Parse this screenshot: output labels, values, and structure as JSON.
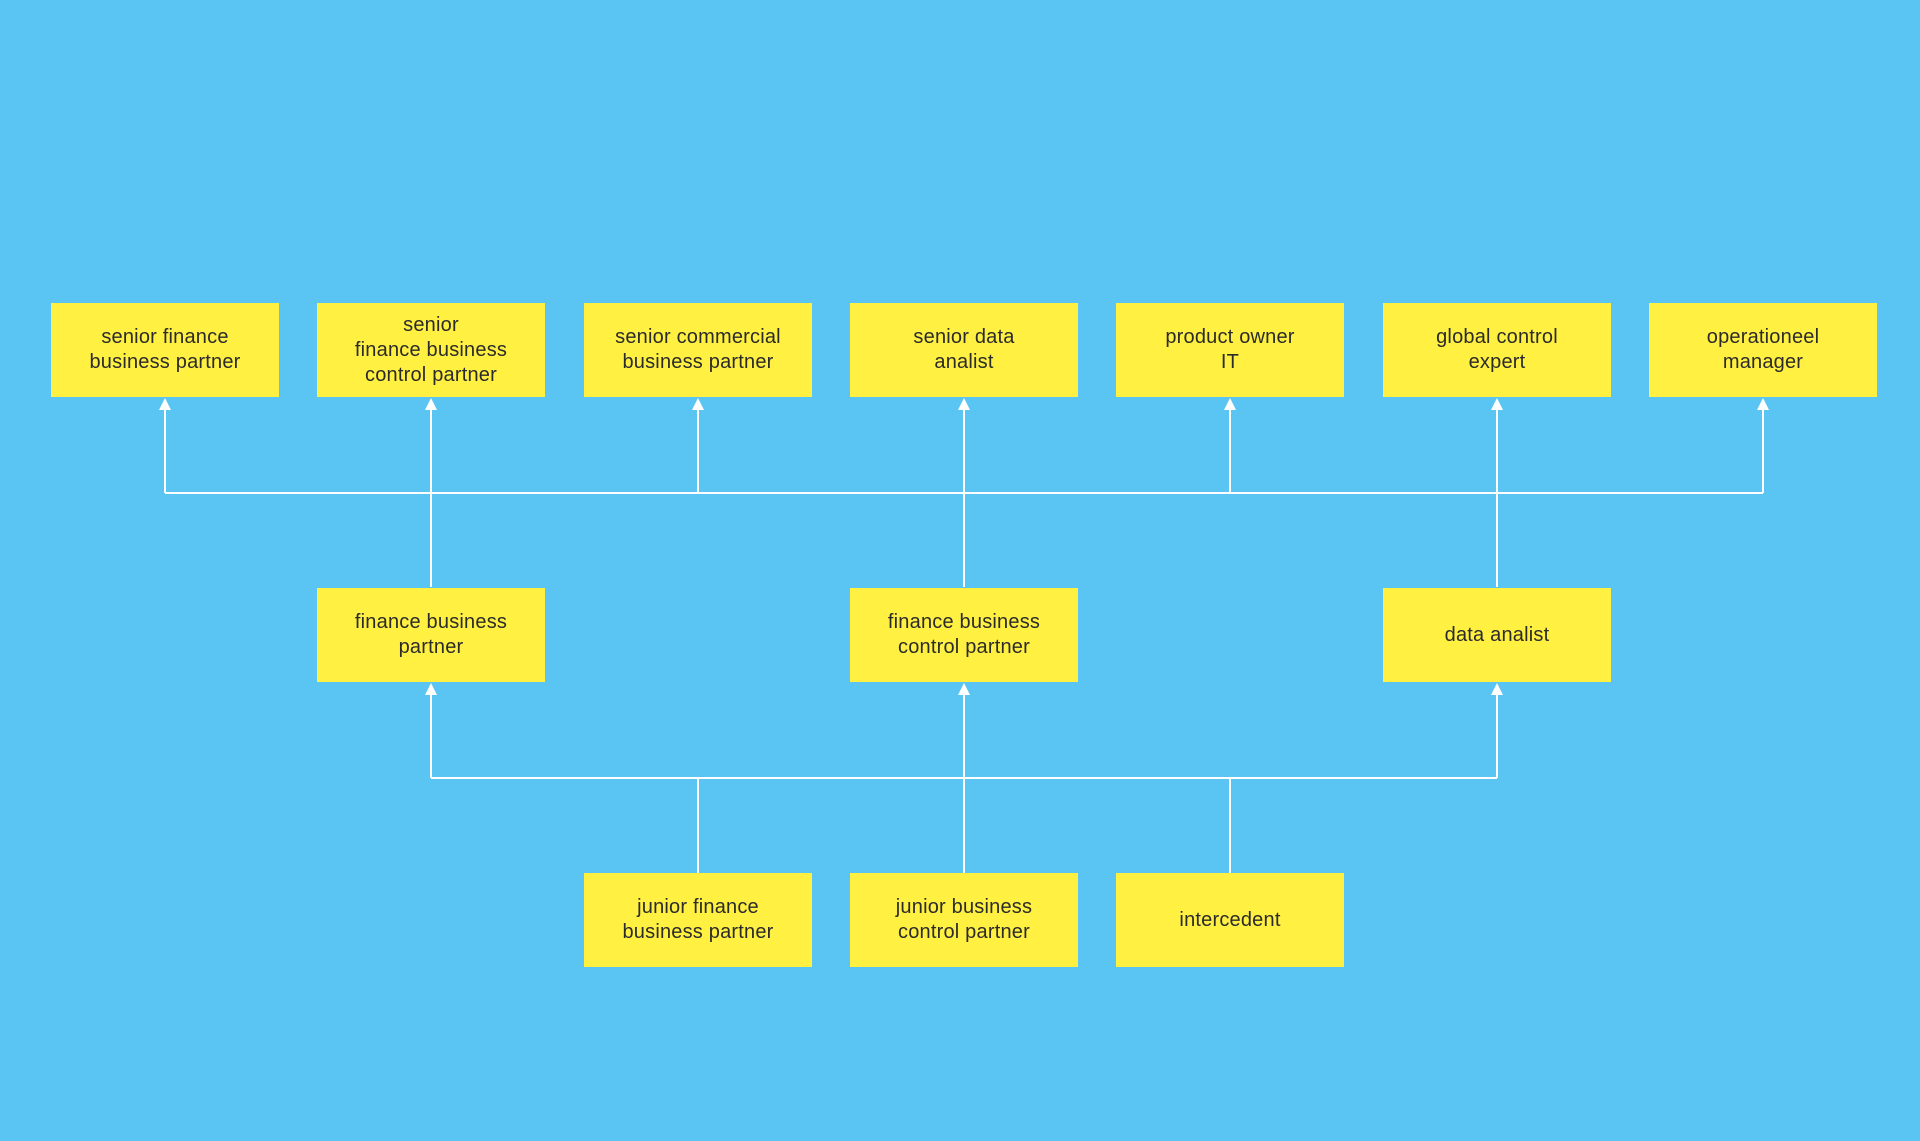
{
  "colors": {
    "background": "#5ac5f2",
    "box_fill": "#fff042",
    "connector": "#ffffff",
    "text": "#2b2b2b"
  },
  "roles": {
    "senior_finance_business_partner": "senior finance\nbusiness partner",
    "senior_finance_business_control_partner": "senior\nfinance business\ncontrol partner",
    "senior_commercial_business_partner": "senior commercial\nbusiness partner",
    "senior_data_analist": "senior data\nanalist",
    "product_owner_it": "product owner\nIT",
    "global_control_expert": "global control\nexpert",
    "operationeel_manager": "operationeel\nmanager",
    "finance_business_partner": "finance business\npartner",
    "finance_business_control_partner": "finance business\ncontrol partner",
    "data_analist": "data analist",
    "junior_finance_business_partner": "junior finance\nbusiness partner",
    "junior_business_control_partner": "junior business\ncontrol partner",
    "intercedent": "intercedent"
  }
}
